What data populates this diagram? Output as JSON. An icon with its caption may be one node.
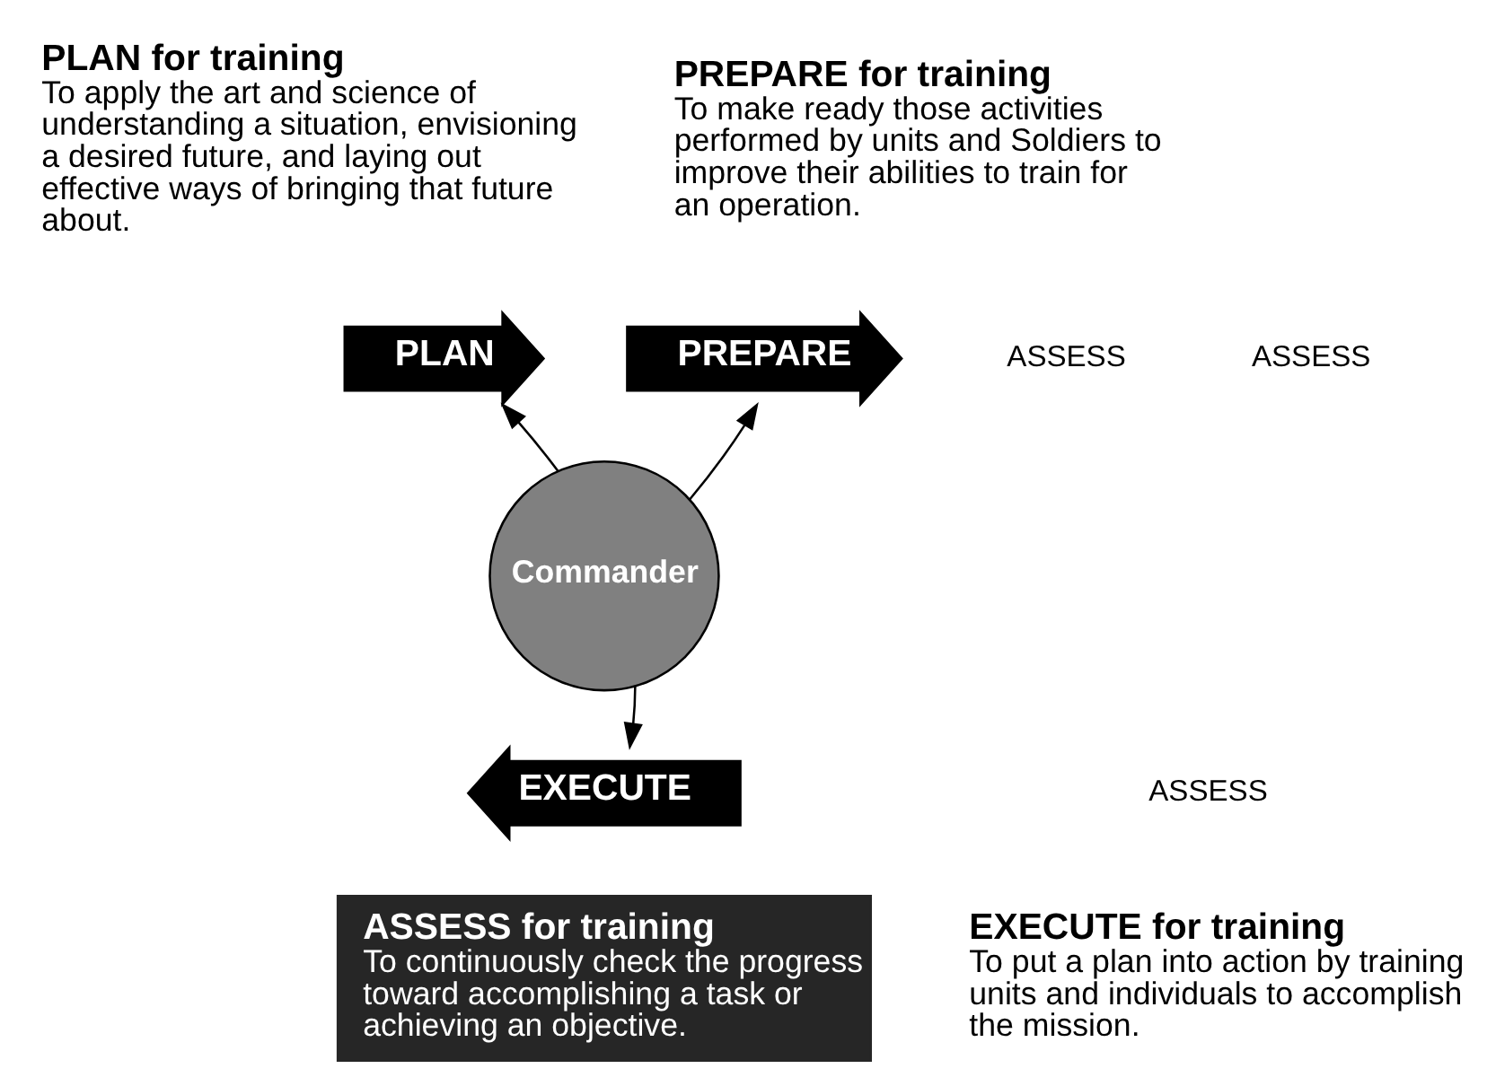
{
  "diagram": {
    "nodes": [
      {
        "text": [
          "PLAN for training",
          "To apply the art and science of understanding a situation, envisioning a desired future, and laying out effective ways of bringing that future about."
        ]
      },
      {
        "text": [
          "PREPARE for training",
          "To make ready those activities performed by units and Soldiers to improve their abilities to train for an operation."
        ]
      },
      {
        "text": [
          "PLAN"
        ]
      },
      {
        "text": [
          "PREPARE"
        ]
      },
      {
        "text": [
          "Commander"
        ]
      },
      {
        "text": [
          "EXECUTE"
        ]
      },
      {
        "text": [
          "ASSESS for training",
          "To continuously check the progress toward accomplishing a task or achieving an objective."
        ]
      },
      {
        "text": [
          "EXECUTE for training",
          "To put a plan into action by training units and individuals to accomplish the mission."
        ]
      }
    ],
    "edges": [
      {
        "from": 4,
        "to": 2,
        "arrow": "to"
      },
      {
        "from": 4,
        "to": 3,
        "arrow": "to"
      },
      {
        "from": 4,
        "to": 5,
        "arrow": "to"
      }
    ],
    "labels": [
      "ASSESS",
      "ASSESS",
      "ASSESS"
    ]
  }
}
